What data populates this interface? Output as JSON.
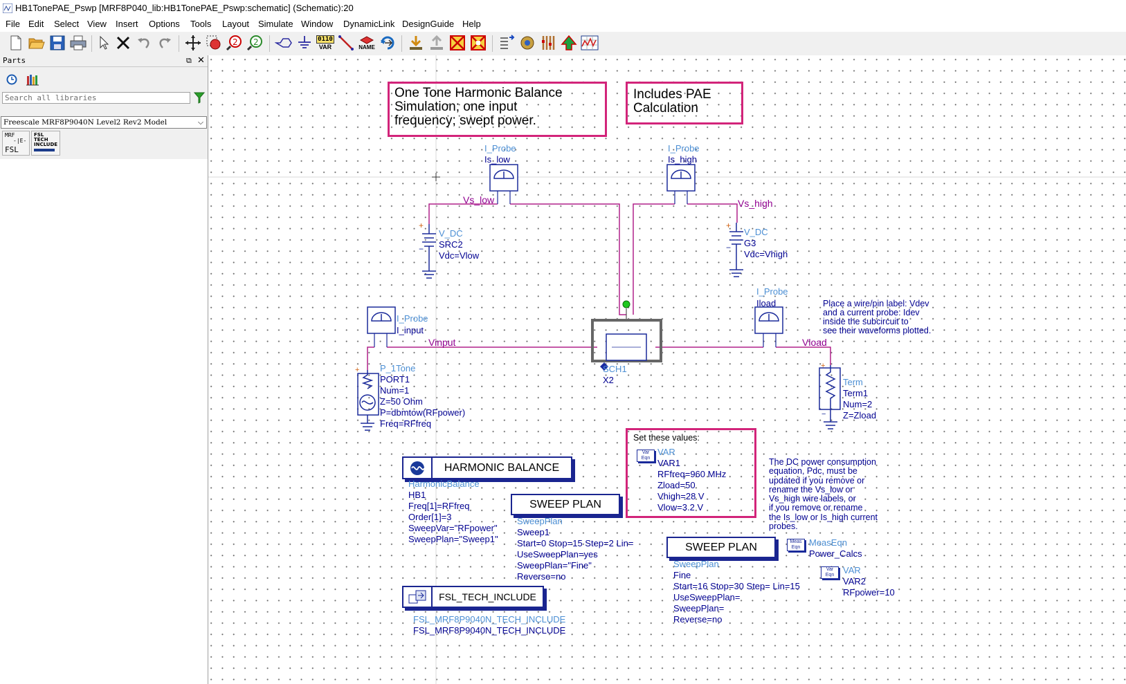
{
  "window": {
    "title": "HB1TonePAE_Pswp [MRF8P040_lib:HB1TonePAE_Pswp:schematic] (Schematic):20"
  },
  "menu": [
    "File",
    "Edit",
    "Select",
    "View",
    "Insert",
    "Options",
    "Tools",
    "Layout",
    "Simulate",
    "Window",
    "DynamicLink",
    "DesignGuide",
    "Help"
  ],
  "toolbar": {
    "var_label": "VAR",
    "var_bits": "0110",
    "name_label": "NAME"
  },
  "parts": {
    "title": "Parts",
    "search_placeholder": "Search all libraries",
    "library": "Freescale MRF8P9040N Level2 Rev2 Model",
    "items": [
      {
        "l1": "MRF",
        "l2": "FSL"
      },
      {
        "l1": "FSL",
        "l2": "TECH",
        "l3": "INCLUDE"
      }
    ]
  },
  "schematic": {
    "note_sim": {
      "l1": "One Tone Harmonic Balance",
      "l2": "Simulation; one input",
      "l3": "frequency; swept power."
    },
    "note_pae": {
      "l1": "Includes PAE",
      "l2": "Calculation"
    },
    "is_low": {
      "type": "I_Probe",
      "name": "Is_low"
    },
    "is_high": {
      "type": "I_Probe",
      "name": "Is_high"
    },
    "vs_low": "Vs_low",
    "vs_high": "Vs_high",
    "src2": {
      "type": "V_DC",
      "name": "SRC2",
      "param": "Vdc=Vlow"
    },
    "g3": {
      "type": "V_DC",
      "name": "G3",
      "param": "Vdc=Vhigh"
    },
    "i_input": {
      "type": "I_Probe",
      "name": "I_input"
    },
    "iload": {
      "type": "I_Probe",
      "name": "Iload"
    },
    "vinput": "Vinput",
    "vload": "Vload",
    "sch1": {
      "name": "SCH1",
      "inst": "X2"
    },
    "port1": {
      "type": "P_1Tone",
      "name": "PORT1",
      "p1": "Num=1",
      "p2": "Z=50 Ohm",
      "p3": "P=dbmtow(RFpower)",
      "p4": "Freq=RFfreq"
    },
    "term1": {
      "type": "Term",
      "name": "Term1",
      "p1": "Num=2",
      "p2": "Z=Zload"
    },
    "note_wire": {
      "l1": "Place a wire/pin label: Vdev",
      "l2": "and a current probe: Idev",
      "l3": "inside the subcircuit to",
      "l4": "see their waveforms plotted."
    },
    "hb": {
      "title": "HARMONIC BALANCE",
      "type": "HarmonicBalance",
      "name": "HB1",
      "p1": "Freq[1]=RFfreq",
      "p2": "Order[1]=3",
      "p3": "SweepVar=\"RFpower\"",
      "p4": "SweepPlan=\"Sweep1\""
    },
    "sweep1": {
      "title": "SWEEP PLAN",
      "type": "SweepPlan",
      "name": "Sweep1",
      "p1": "Start=0 Stop=15 Step=2 Lin=",
      "p2": "UseSweepPlan=yes",
      "p3": "SweepPlan=\"Fine\"",
      "p4": "Reverse=no"
    },
    "var1": {
      "header": "Set these values:",
      "icon": "Var Eqn",
      "type": "VAR",
      "name": "VAR1",
      "p1": "RFfreq=960 MHz",
      "p2": "Zload=50",
      "p3": "Vhigh=28 V",
      "p4": "Vlow=3.2 V"
    },
    "note_pdc": {
      "l1": "The DC power consumption",
      "l2": "equation, Pdc, must be",
      "l3": "updated if you remove or",
      "l4": "rename the Vs_low  or",
      "l5": "Vs_high wire labels, or",
      "l6": "if you remove or rename",
      "l7": "the Is_low or Is_high current",
      "l8": "probes."
    },
    "sweepfine": {
      "title": "SWEEP PLAN",
      "type": "SweepPlan",
      "name": "Fine",
      "p1": "Start=16 Stop=30 Step= Lin=15",
      "p2": "UseSweepPlan=",
      "p3": "SweepPlan=",
      "p4": "Reverse=no"
    },
    "meas": {
      "icon": "Meas Eqn",
      "type": "MeasEqn",
      "name": "Power_Calcs"
    },
    "var2": {
      "icon": "Var Eqn",
      "type": "VAR",
      "name": "VAR2",
      "p1": "RFpower=10"
    },
    "fsl": {
      "title": "FSL_TECH_INCLUDE",
      "type": "FSL_MRF8P9040N_TECH_INCLUDE",
      "name": "FSL_MRF8P9040N_TECH_INCLUDE"
    }
  }
}
